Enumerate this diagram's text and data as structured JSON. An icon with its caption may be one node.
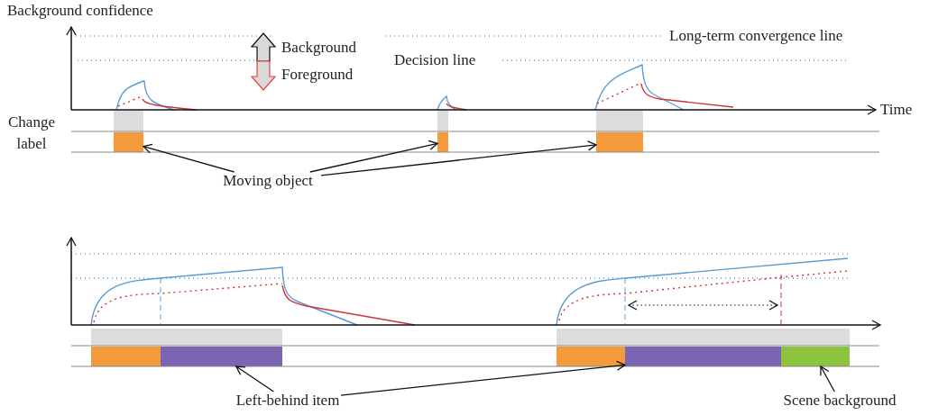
{
  "diagram": {
    "nodes": [
      {
        "text": [
          "Moving object"
        ]
      },
      {
        "text": [],
        "shape": "bar"
      },
      {
        "text": [],
        "shape": "bar"
      },
      {
        "text": [],
        "shape": "bar"
      },
      {
        "text": [
          "Left-behind item"
        ]
      },
      {
        "text": [],
        "shape": "bar"
      },
      {
        "text": [],
        "shape": "bar"
      },
      {
        "text": [
          "Scene background"
        ]
      },
      {
        "text": [],
        "shape": "bar"
      },
      {
        "text": [],
        "shape": "bar"
      },
      {
        "text": [],
        "shape": "bar"
      },
      {
        "text": [],
        "shape": "bar"
      },
      {
        "text": [],
        "shape": "bar"
      }
    ],
    "edges": [
      {
        "from": 0,
        "to": 1,
        "arrow": "to"
      },
      {
        "from": 0,
        "to": 2,
        "arrow": "to"
      },
      {
        "from": 0,
        "to": 3,
        "arrow": "to"
      },
      {
        "from": 4,
        "to": 5,
        "arrow": "to"
      },
      {
        "from": 4,
        "to": 6,
        "arrow": "to"
      },
      {
        "from": 7,
        "to": 8,
        "arrow": "to"
      }
    ],
    "labels": [
      "Background confidence",
      "Background",
      "Foreground",
      "Long-term convergence line",
      "Decision line",
      "Time",
      "Change label"
    ]
  }
}
